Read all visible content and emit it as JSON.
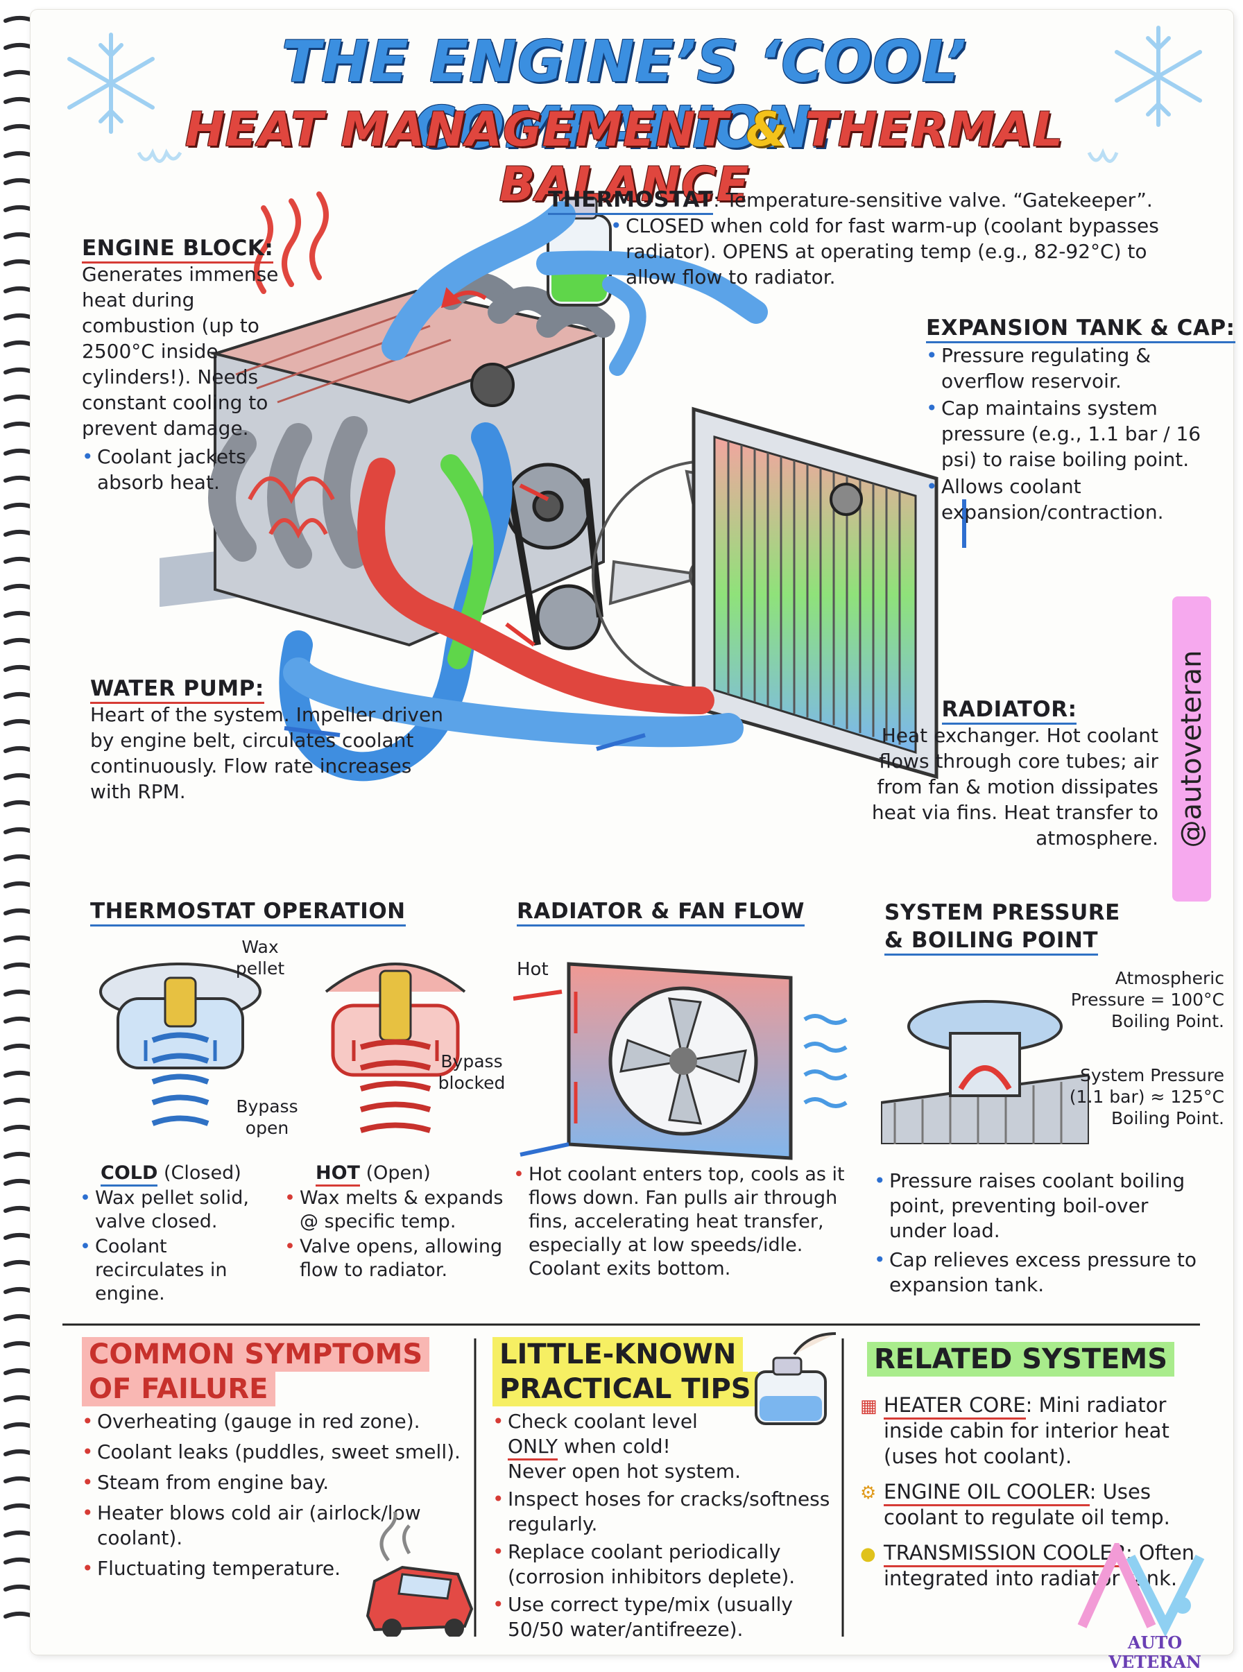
{
  "title": {
    "line1": "THE ENGINE’S ‘COOL’ COMPANION:",
    "line2_a": "HEAT MANAGEMENT",
    "line2_amp": "&",
    "line2_b": "THERMAL BALANCE"
  },
  "handle": "@autoveteran",
  "callouts": {
    "engine_block": {
      "label": "ENGINE BLOCK:",
      "text": "Generates immense heat during combustion (up to 2500°C inside cylinders!). Needs constant cooling to prevent damage.",
      "bullet": "Coolant jackets absorb heat."
    },
    "thermostat": {
      "label": "THERMOSTAT",
      "label_rest": ": Temperature-sensitive valve. “Gatekeeper”.",
      "bullet": "CLOSED when cold for fast warm-up (coolant bypasses radiator). OPENS at operating temp (e.g., 82-92°C) to allow flow to radiator."
    },
    "expansion_tank": {
      "label": "EXPANSION TANK & CAP:",
      "bullets": [
        "Pressure regulating & overflow reservoir.",
        "Cap maintains system pressure (e.g., 1.1 bar / 16 psi) to raise boiling point.",
        "Allows coolant expansion/contraction."
      ]
    },
    "water_pump": {
      "label": "WATER PUMP:",
      "text": "Heart of the system. Impeller driven by engine belt, circulates coolant continuously. Flow rate increases with RPM."
    },
    "radiator": {
      "label": "RADIATOR:",
      "text": "Heat exchanger. Hot coolant flows through core tubes; air from fan & motion dissipates heat via fins. Heat transfer to atmosphere."
    }
  },
  "thermostat_operation": {
    "title": "THERMOSTAT OPERATION",
    "wax_label": "Wax pellet",
    "bypass_open": "Bypass open",
    "bypass_blocked": "Bypass blocked",
    "cold_label": "COLD",
    "cold_state": "(Closed)",
    "cold_bullets": [
      "Wax pellet solid, valve closed.",
      "Coolant recirculates in engine."
    ],
    "hot_label": "HOT",
    "hot_state": "(Open)",
    "hot_bullets": [
      "Wax melts & expands @ specific temp.",
      "Valve opens, allowing flow to radiator."
    ]
  },
  "radiator_fan_flow": {
    "title": "RADIATOR & FAN FLOW",
    "hot_label": "Hot",
    "text": "Hot coolant enters top, cools as it flows down. Fan pulls air through fins, accelerating heat transfer, especially at low speeds/idle. Coolant exits bottom."
  },
  "system_pressure": {
    "title_1": "SYSTEM PRESSURE",
    "title_2": "& BOILING POINT",
    "atm_label": "Atmospheric Pressure = 100°C Boiling Point.",
    "sys_label": "System Pressure (1.1 bar) ≈ 125°C Boiling Point.",
    "bullets": [
      "Pressure raises coolant boiling point, preventing boil-over under load.",
      "Cap relieves excess pressure to expansion tank."
    ]
  },
  "symptoms": {
    "title_1": "COMMON SYMPTOMS",
    "title_2": "OF FAILURE",
    "bullets": [
      "Overheating (gauge in red zone).",
      "Coolant leaks (puddles, sweet smell).",
      "Steam from engine bay.",
      "Heater blows cold air (airlock/low coolant).",
      "Fluctuating temperature."
    ]
  },
  "tips": {
    "title_1": "LITTLE-KNOWN",
    "title_2": "PRACTICAL TIPS",
    "tip1_a": "Check coolant level",
    "tip1_b": "ONLY",
    "tip1_c": "when cold!",
    "tip1_d": "Never open hot system.",
    "bullets": [
      "Inspect hoses for cracks/softness regularly.",
      "Replace coolant periodically (corrosion inhibitors deplete).",
      "Use correct type/mix (usually 50/50 water/antifreeze)."
    ]
  },
  "related": {
    "title": "RELATED SYSTEMS",
    "items": [
      {
        "label": "HEATER CORE",
        "text": ": Mini radiator inside cabin for interior heat (uses hot coolant)."
      },
      {
        "label": "ENGINE OIL COOLER",
        "text": ": Uses coolant to regulate oil temp."
      },
      {
        "label": "TRANSMISSION COOLER",
        "text": ": Often integrated into radiator tank."
      }
    ]
  },
  "logo": {
    "text": "AUTO VETERAN"
  },
  "colors": {
    "hot": "#e0463e",
    "cold": "#3b8fe0",
    "green": "#4fcf3f",
    "yellow": "#f4c21b"
  }
}
